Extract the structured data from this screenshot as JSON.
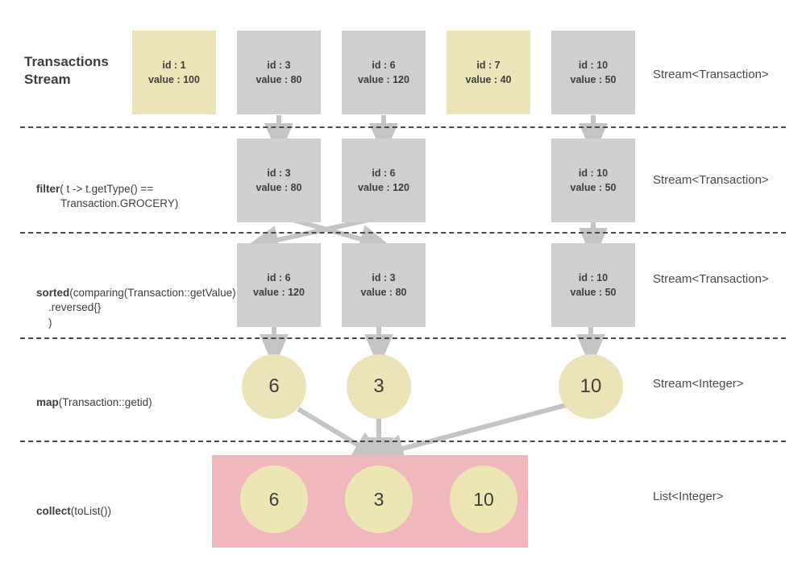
{
  "diagram": {
    "title": "Transactions Stream",
    "colors": {
      "card_gray": "#cfcfcf",
      "card_yellow": "#ece3b8",
      "bubble_yellow": "#ece3b8",
      "collect_pink": "#f0b8bd",
      "arrow_gray": "#c4c4c4",
      "text": "#3d3d3d",
      "divider": "#4a4a4a"
    },
    "rows": [
      {
        "id": "source",
        "label": "Transactions Stream",
        "type_label": "Stream<Transaction>",
        "items": [
          {
            "id": "1",
            "value": "100",
            "text": "id : 1\nvalue : 100",
            "highlight": true
          },
          {
            "id": "3",
            "value": "80",
            "text": "id : 3\nvalue : 80",
            "highlight": false
          },
          {
            "id": "6",
            "value": "120",
            "text": "id : 6\nvalue : 120",
            "highlight": false
          },
          {
            "id": "7",
            "value": "40",
            "text": "id : 7\nvalue : 40",
            "highlight": true
          },
          {
            "id": "10",
            "value": "50",
            "text": "id : 10\nvalue : 50",
            "highlight": false
          }
        ]
      },
      {
        "id": "filter",
        "label_bold": "filter",
        "label_rest": "( t -> t.getType() ==\n            Transaction.GROCERY)",
        "type_label": "Stream<Transaction>",
        "items": [
          {
            "id": "3",
            "value": "80",
            "text": "id : 3\nvalue : 80",
            "highlight": false
          },
          {
            "id": "6",
            "value": "120",
            "text": "id : 6\nvalue : 120",
            "highlight": false
          },
          {
            "id": "10",
            "value": "50",
            "text": "id : 10\nvalue : 50",
            "highlight": false
          }
        ]
      },
      {
        "id": "sorted",
        "label_bold": "sorted",
        "label_rest": "(comparing(Transaction::getValue)\n        .reversed{}\n        )",
        "type_label": "Stream<Transaction>",
        "items": [
          {
            "id": "6",
            "value": "120",
            "text": "id : 6\nvalue : 120",
            "highlight": false
          },
          {
            "id": "3",
            "value": "80",
            "text": "id : 3\nvalue : 80",
            "highlight": false
          },
          {
            "id": "10",
            "value": "50",
            "text": "id : 10\nvalue : 50",
            "highlight": false
          }
        ]
      },
      {
        "id": "map",
        "label_bold": "map",
        "label_rest": "(Transaction::getid)",
        "type_label": "Stream<Integer>",
        "items": [
          {
            "id": "6",
            "text": "6"
          },
          {
            "id": "3",
            "text": "3"
          },
          {
            "id": "10",
            "text": "10"
          }
        ]
      },
      {
        "id": "collect",
        "label_bold": "collect",
        "label_rest": "(toList())",
        "type_label": "List<Integer>",
        "items": [
          {
            "id": "6",
            "text": "6"
          },
          {
            "id": "3",
            "text": "3"
          },
          {
            "id": "10",
            "text": "10"
          }
        ]
      }
    ]
  }
}
